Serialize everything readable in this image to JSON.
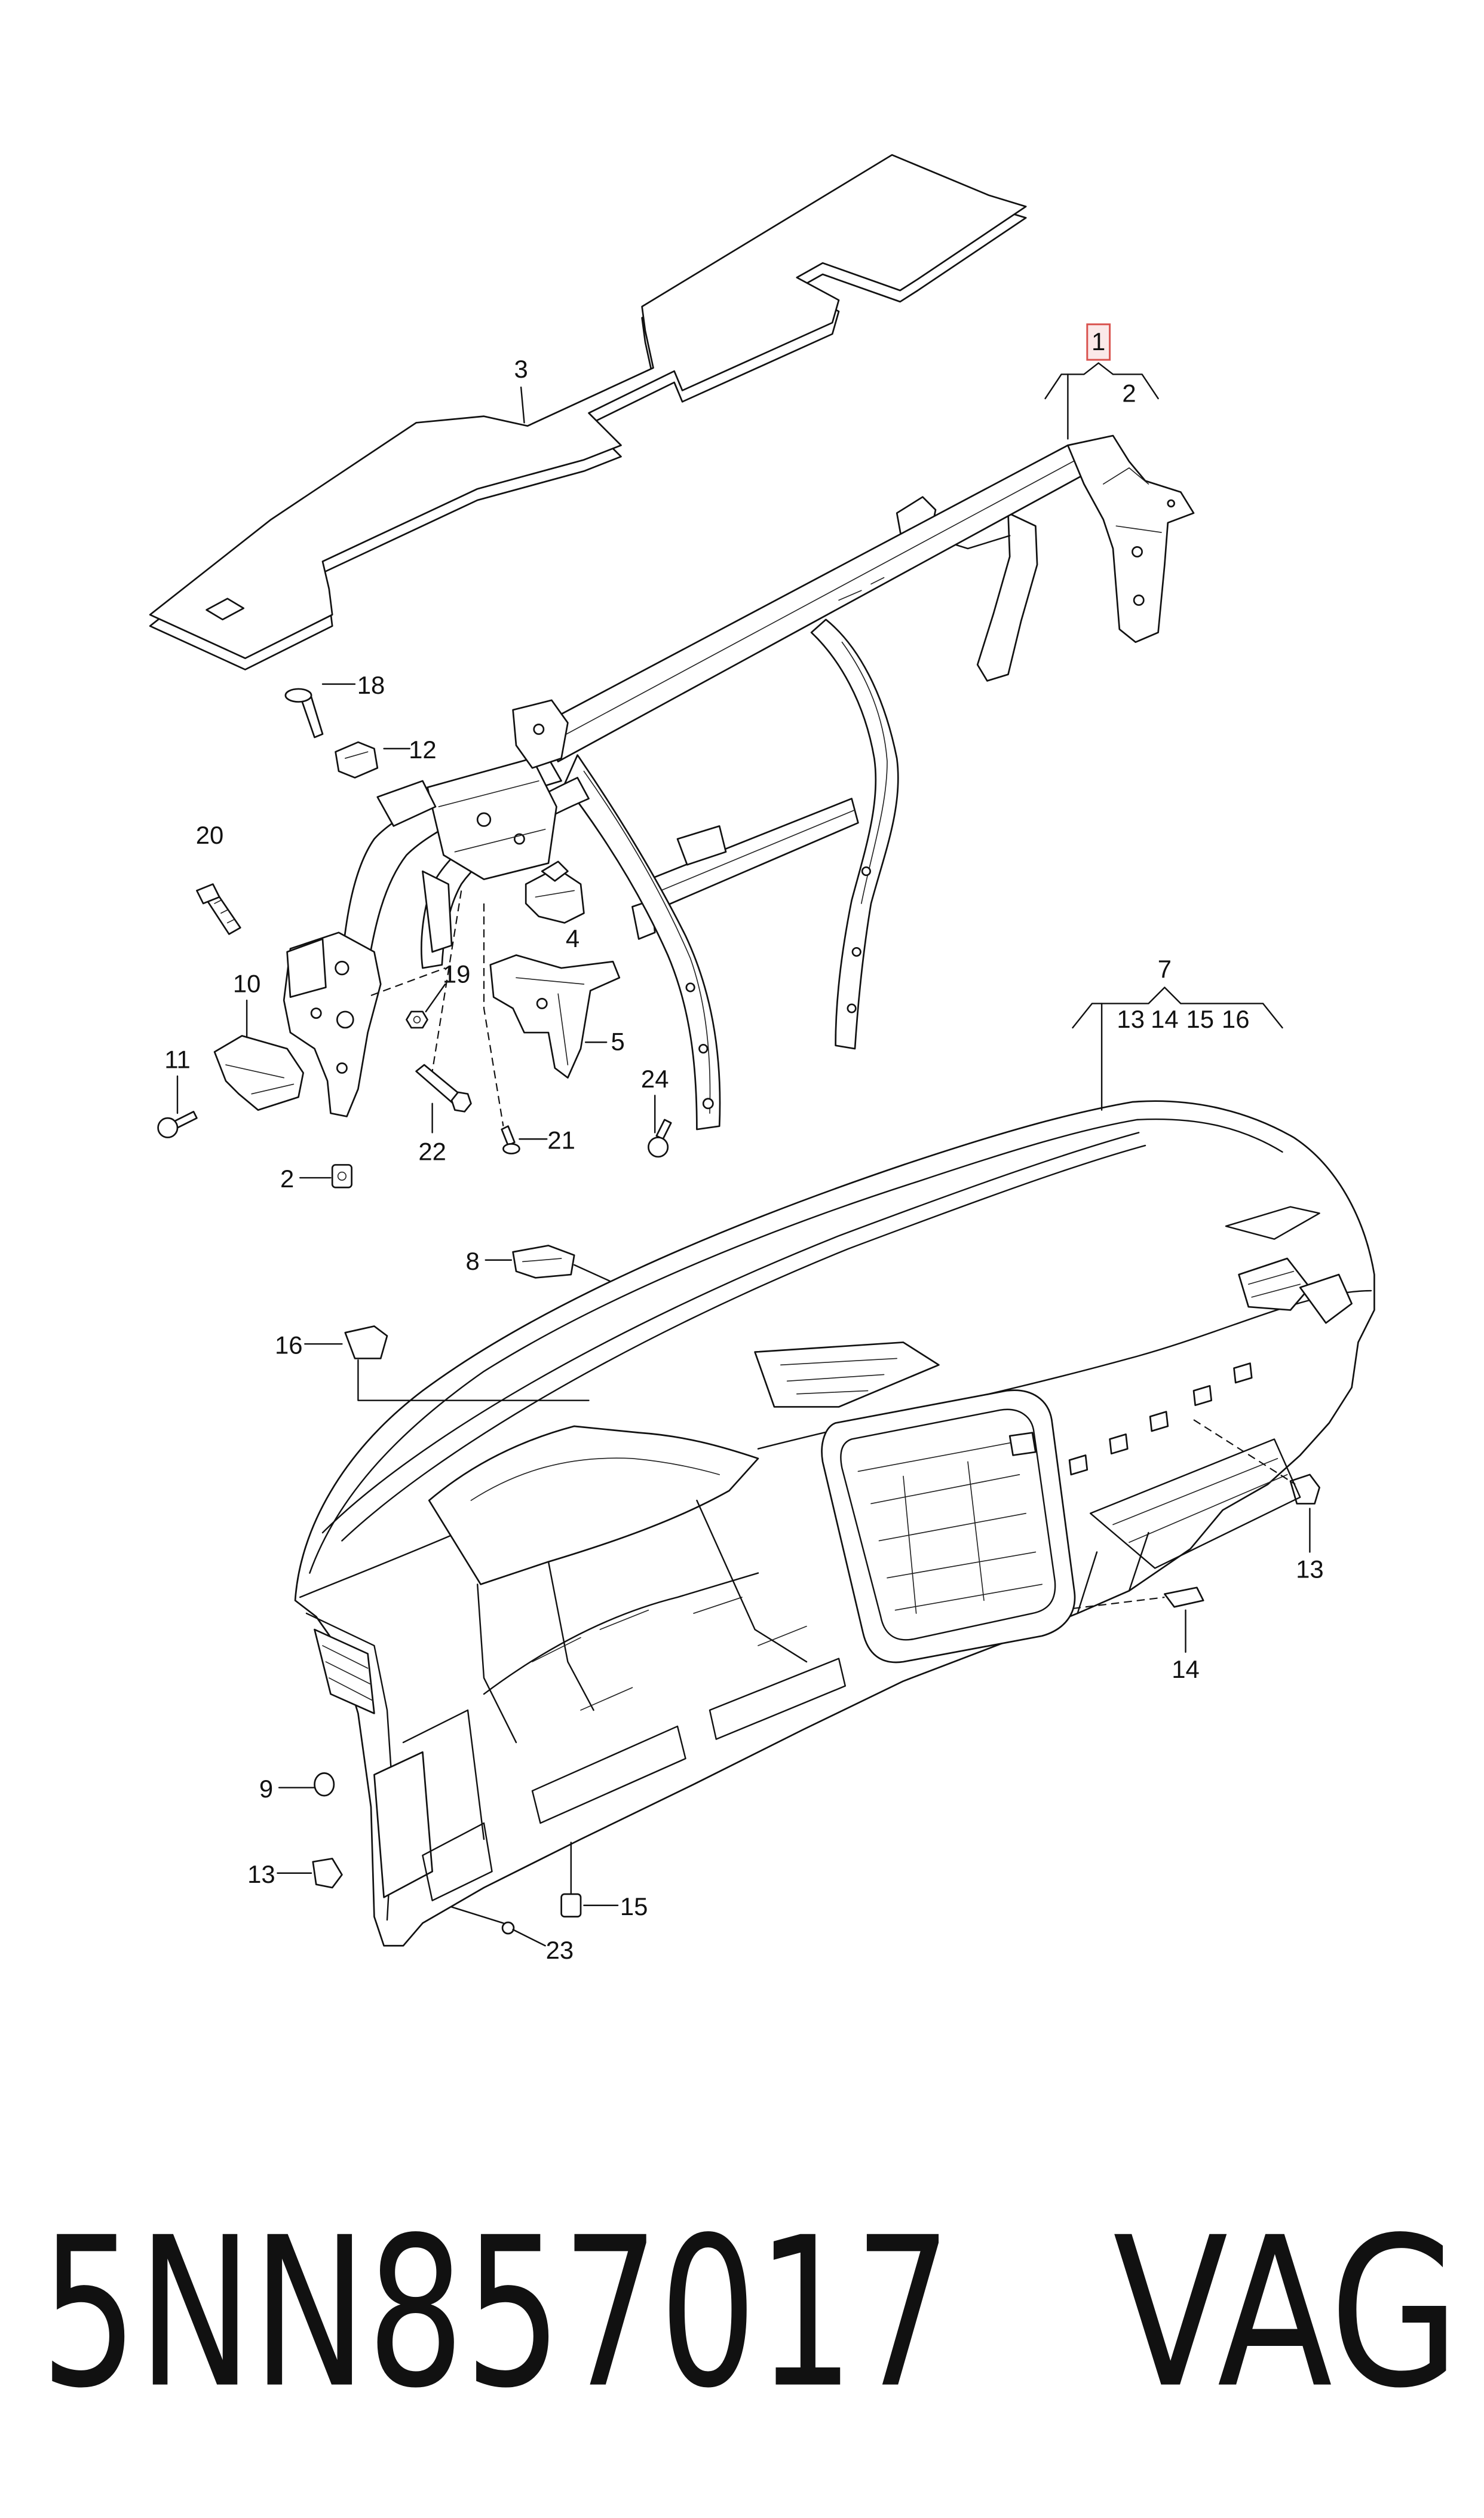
{
  "diagram": {
    "highlight_color": "#d9534f",
    "highlight_fill": "#fbe9e9",
    "callouts": [
      {
        "label": "1"
      },
      {
        "label": "2"
      },
      {
        "label": "3"
      },
      {
        "label": "18"
      },
      {
        "label": "12"
      },
      {
        "label": "20"
      },
      {
        "label": "19"
      },
      {
        "label": "4"
      },
      {
        "label": "10"
      },
      {
        "label": "5"
      },
      {
        "label": "11"
      },
      {
        "label": "22"
      },
      {
        "label": "21"
      },
      {
        "label": "24"
      },
      {
        "label": "2"
      },
      {
        "label": "7"
      },
      {
        "label": "13"
      },
      {
        "label": "14"
      },
      {
        "label": "15"
      },
      {
        "label": "16"
      },
      {
        "label": "8"
      },
      {
        "label": "16"
      },
      {
        "label": "13"
      },
      {
        "label": "14"
      },
      {
        "label": "9"
      },
      {
        "label": "13"
      },
      {
        "label": "15"
      },
      {
        "label": "23"
      }
    ],
    "part_number": "5NN857017",
    "brand": "VAG"
  }
}
